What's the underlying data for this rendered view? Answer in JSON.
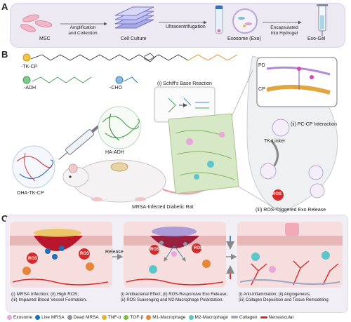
{
  "panels": {
    "a": "A",
    "b": "B",
    "c": "C"
  },
  "panelA": {
    "msc": "MSC",
    "step1": "Amplification\nand Collection",
    "cell_culture": "Cell Culture",
    "step2": "Ultracentrifugation",
    "exosome": "Exosome (Exo)",
    "step3": "Encapsulated\ninto Hydrogel",
    "exo_gel": "Exo-Gel"
  },
  "panelB": {
    "tk_cp": "-TK-CP",
    "adh": "-ADH",
    "cho": "-CHO",
    "schiff": "(i) Schiff's Base Reaction",
    "ha_adh": "HA-ADH",
    "oha_tk_cp": "OHA-TK-CP",
    "rat": "MRSA-Infected Diabetic Rat",
    "pd": "PD",
    "cp": "CP",
    "pd_cp": "(ii) PC-CP Interaction",
    "tk_linker": "TK-Linker",
    "ros": "ROS",
    "ros_release": "(iii) ROS-Triggered Exo Release"
  },
  "panelC": {
    "ros1": "ROS",
    "ros2": "ROS",
    "ros3": "ROS",
    "ros4": "ROS",
    "release": "Release",
    "caption1": "(i) MRSA Infection; (ii) High ROS;\n(iii) Impaired Blood Vessel Formation.",
    "caption2": "(i) Antibacterial Effect; (ii) ROS-Responsive Exo Release;\n(ii) ROS Scavenging and M2-Macrophage Polarization.",
    "caption3": "(i) Anti-Inflammation; (ii) Angiogenesis;\n(iii) Collagen Deposition and Tissue Remodeling"
  },
  "legend": [
    {
      "label": "Exosome",
      "color": "#e9a6d8"
    },
    {
      "label": "Live MRSA",
      "color": "#1f6fb8"
    },
    {
      "label": "Dead MRSA",
      "color": "#8f96a3"
    },
    {
      "label": "TNF-α",
      "color": "#e8b23a"
    },
    {
      "label": "TGF-β",
      "color": "#7dbb4a"
    },
    {
      "label": "M1-Macrophage",
      "color": "#e6863a"
    },
    {
      "label": "M2-Macrophage",
      "color": "#5cc6c9"
    },
    {
      "label": "Collagen",
      "color": "#9aa6c4"
    },
    {
      "label": "Neovascular",
      "color": "#d42a2a"
    }
  ]
}
